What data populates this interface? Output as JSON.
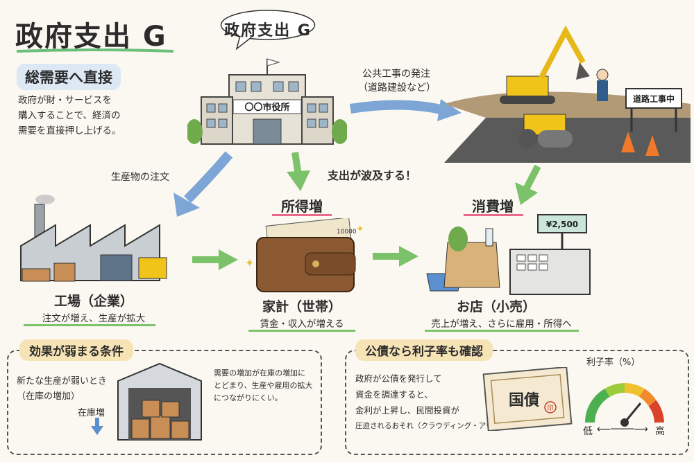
{
  "title": "政府支出 G",
  "bubble_label": "政府支出 G",
  "direct_effect": {
    "heading": "総需要へ直接",
    "lines": [
      "政府が財・サービスを",
      "購入することで、経済の",
      "需要を直接押し上げる。"
    ]
  },
  "building_sign": "〇〇市役所",
  "public_works": {
    "line1": "公共工事の発注",
    "line2": "（道路建設など）"
  },
  "road_sign": "道路工事中",
  "order_label": "生産物の注文",
  "ripple_label": "支出が波及する！",
  "factory": {
    "name": "工場（企業）",
    "caption": "注文が増え、生産が拡大"
  },
  "household": {
    "heading": "所得増",
    "name": "家計（世帯）",
    "caption": "賃金・収入が増える",
    "bill_value": "10000"
  },
  "shop": {
    "heading": "消費増",
    "name": "お店（小売）",
    "caption": "売上が増え、さらに雇用・所得へ",
    "register_display": "¥2,500"
  },
  "weak_conditions": {
    "heading": "効果が弱まる条件",
    "left_lines": [
      "新たな生産が弱いとき",
      "（在庫の増加）"
    ],
    "inventory_label": "在庫増",
    "right_lines": [
      "需要の増加が在庫の増加に",
      "とどまり、生産や雇用の拡大",
      "につながりにくい。"
    ]
  },
  "bond_check": {
    "heading": "公債なら利子率も確認",
    "lines": [
      "政府が公債を発行して",
      "資金を調達すると、",
      "金利が上昇し、民間投資が",
      "圧迫されるおそれ（クラウディング・アウト）。"
    ],
    "bond_label": "国債",
    "bond_seal": "印",
    "gauge_title": "利子率（%）",
    "gauge_low": "低",
    "gauge_high": "高"
  },
  "colors": {
    "accent_green": "#7cc26a",
    "accent_blue": "#7da6d6",
    "accent_yellow": "#e7c23b"
  }
}
